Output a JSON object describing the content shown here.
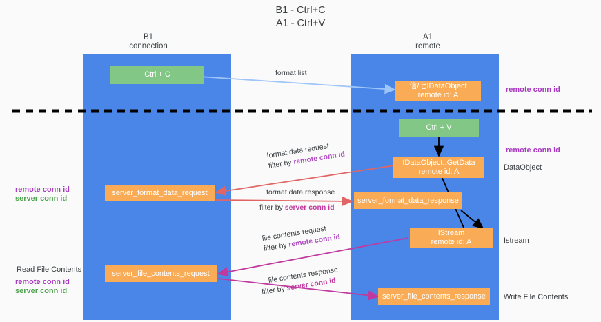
{
  "title": "B1 - Ctrl+C\nA1 - Ctrl+V",
  "colors": {
    "lane": "#4a86e8",
    "node_orange": "#f9ab55",
    "node_green": "#82c785",
    "accent_purple": "#a83bbf",
    "accent_green": "#4ea34f",
    "arrow_blue": "#9fc5f8",
    "arrow_red": "#e06666",
    "arrow_magenta": "#c0399f",
    "arrow_black": "#000000",
    "divider": "#000000",
    "background": "#fafafa"
  },
  "columns": [
    {
      "name": "b1",
      "heading": "B1\nconnection"
    },
    {
      "name": "a1",
      "heading": "A1\nremote"
    }
  ],
  "nodes": [
    {
      "id": "ctrl-c",
      "label": "Ctrl + C",
      "style": "green",
      "column": "b1"
    },
    {
      "id": "idataobject",
      "label": "信/七IDataObject\nremote id: A",
      "style": "orange",
      "column": "a1"
    },
    {
      "id": "ctrl-v",
      "label": "Ctrl + V",
      "style": "green",
      "column": "a1"
    },
    {
      "id": "getdata",
      "label": "IDataObject::GetData\nremote id: A",
      "style": "orange",
      "column": "a1"
    },
    {
      "id": "server-format-data-request",
      "label": "server_format_data_request",
      "style": "orange",
      "column": "b1"
    },
    {
      "id": "server-format-data-response",
      "label": "server_format_data_response",
      "style": "orange",
      "column": "a1"
    },
    {
      "id": "istream",
      "label": "IStream\nremote id: A",
      "style": "orange",
      "column": "a1"
    },
    {
      "id": "server-file-contents-request",
      "label": "server_file_contents_request",
      "style": "orange",
      "column": "b1"
    },
    {
      "id": "server-file-contents-response",
      "label": "server_file_contents_response",
      "style": "orange",
      "column": "a1"
    }
  ],
  "edge_labels": [
    {
      "id": "format-list",
      "line1": "format list",
      "line2": "",
      "line2_accent": ""
    },
    {
      "id": "format-data-request",
      "line1": "format data request",
      "line2_prefix": "filter by ",
      "line2_accent": "remote conn id"
    },
    {
      "id": "format-data-response",
      "line1": "format data response",
      "line2_prefix": "filter by ",
      "line2_accent": "server conn id"
    },
    {
      "id": "file-contents-request",
      "line1": "file contents request",
      "line2_prefix": "filter by ",
      "line2_accent": "remote conn id"
    },
    {
      "id": "file-contents-response",
      "line1": "file contents response",
      "line2_prefix": "filter by ",
      "line2_accent": "server conn id"
    }
  ],
  "right_labels": [
    {
      "id": "remote-conn-id-top",
      "text": "remote conn id",
      "style": "purple"
    },
    {
      "id": "remote-conn-id-mid",
      "text": "remote conn id",
      "style": "purple"
    },
    {
      "id": "dataobject",
      "text": "DataObject",
      "style": "plain"
    },
    {
      "id": "istream-label",
      "text": "Istream",
      "style": "plain"
    },
    {
      "id": "write-file-contents",
      "text": "Write File Contents",
      "style": "plain"
    }
  ],
  "left_labels": [
    {
      "id": "left-remote-conn-id",
      "text": "remote conn id",
      "style": "purple"
    },
    {
      "id": "left-server-conn-id",
      "text": "server conn id",
      "style": "green"
    },
    {
      "id": "read-file-contents",
      "text": "Read File Contents",
      "style": "plain"
    },
    {
      "id": "left-remote-conn-id-2",
      "text": "remote conn id",
      "style": "purple"
    },
    {
      "id": "left-server-conn-id-2",
      "text": "server conn id",
      "style": "green"
    }
  ]
}
